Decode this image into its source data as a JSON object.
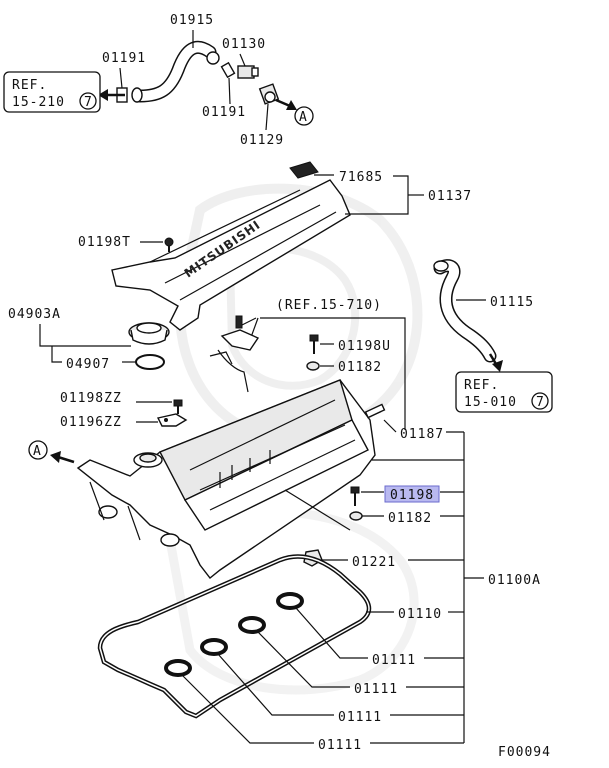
{
  "labels": {
    "p01915": "01915",
    "p01191a": "01191",
    "p01130": "01130",
    "p01191b": "01191",
    "p01129": "01129",
    "ref1_line1": "REF.",
    "ref1_line2": "15-210",
    "ref1_num": "7",
    "callout_a1": "A",
    "p71685": "71685",
    "p01137": "01137",
    "p01198T": "01198T",
    "ref_mid": "(REF.15-710)",
    "p01115": "01115",
    "p04903A": "04903A",
    "p04907": "04907",
    "p01198U": "01198U",
    "p01182a": "01182",
    "ref2_line1": "REF.",
    "ref2_line2": "15-010",
    "ref2_num": "7",
    "p01198ZZ": "01198ZZ",
    "p01196ZZ": "01196ZZ",
    "p01187": "01187",
    "callout_a2": "A",
    "p01198": "01198",
    "p01182b": "01182",
    "p01221": "01221",
    "p01100A": "01100A",
    "p01110": "01110",
    "p01111a": "01111",
    "p01111b": "01111",
    "p01111c": "01111",
    "p01111d": "01111",
    "footer": "F00094",
    "brand": "MITSUBISHI"
  },
  "colors": {
    "highlight": "#b9b9f0",
    "highlight_border": "#6a6acc",
    "watermark": "#e6e6e6"
  }
}
